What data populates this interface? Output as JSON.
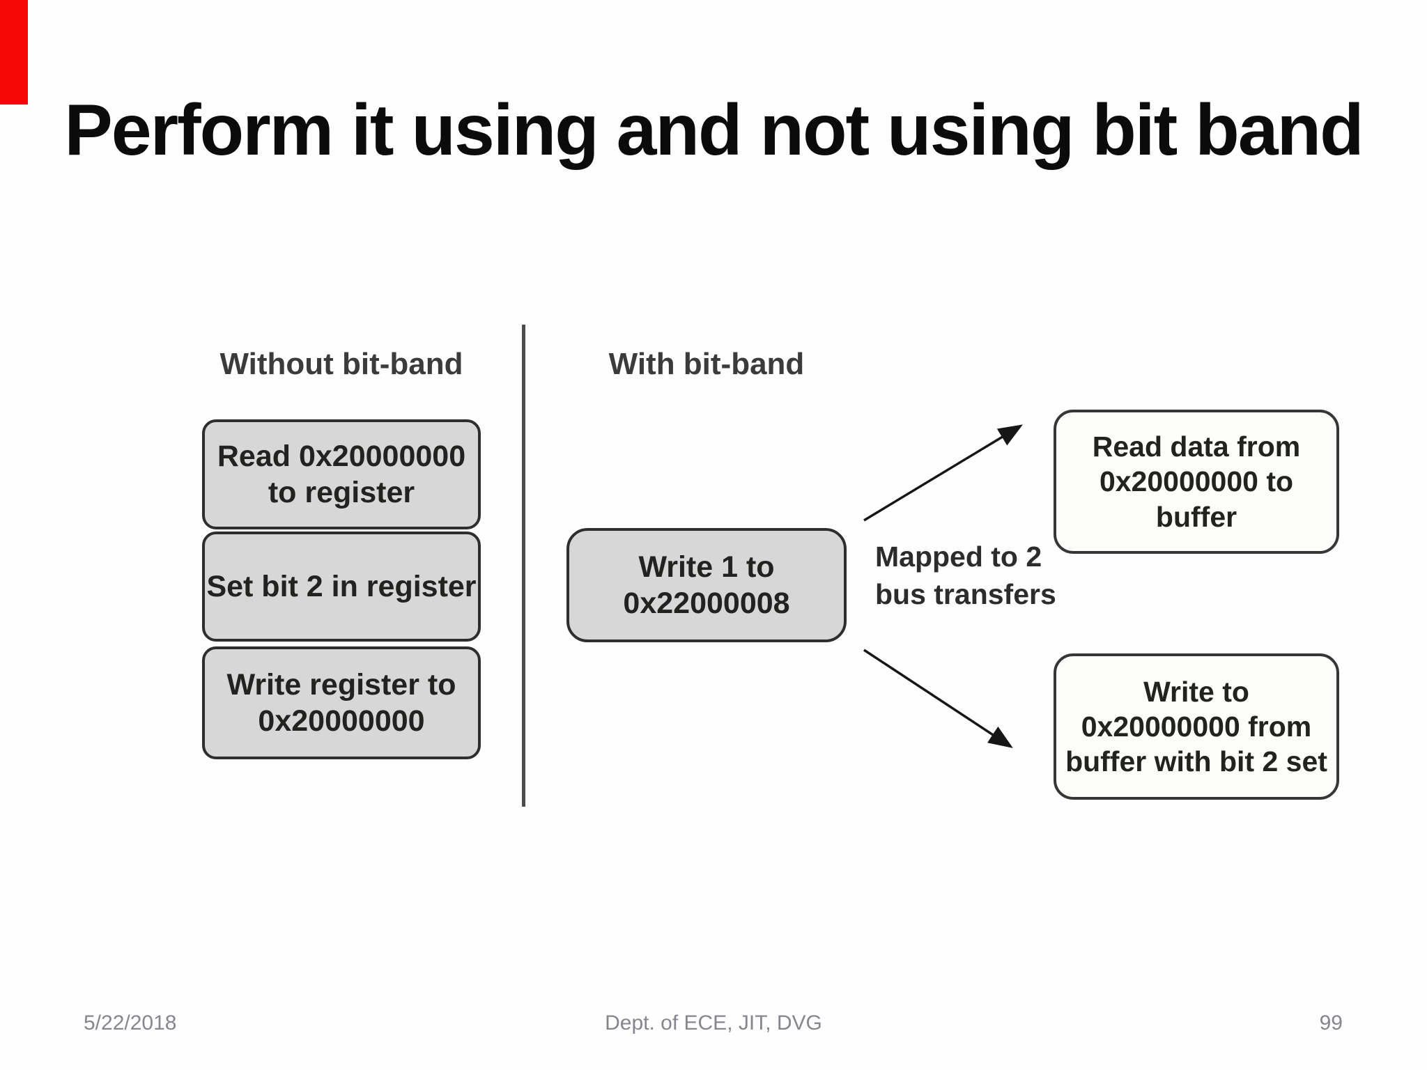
{
  "slide": {
    "title": "Perform it using and not using bit band",
    "footer": {
      "date": "5/22/2018",
      "center": "Dept. of ECE, JIT, DVG",
      "page_number": "99"
    }
  },
  "diagram": {
    "left_label": "Without bit-band",
    "right_label": "With bit-band",
    "left_boxes": [
      {
        "lines": [
          "Read 0x20000000",
          "to register"
        ]
      },
      {
        "lines": [
          "Set bit 2 in register"
        ]
      },
      {
        "lines": [
          "Write register to",
          "0x20000000"
        ]
      }
    ],
    "center_box": {
      "lines": [
        "Write 1 to",
        "0x22000008"
      ]
    },
    "mapping_note": {
      "lines": [
        "Mapped to 2",
        "bus transfers"
      ]
    },
    "right_boxes": [
      {
        "lines": [
          "Read data from",
          "0x20000000 to",
          "buffer"
        ]
      },
      {
        "lines": [
          "Write to",
          "0x20000000 from",
          "buffer with bit 2 set"
        ]
      }
    ],
    "colors": {
      "gray_box_fill": "#d6d7d6",
      "white_box_fill": "#fcfcfb",
      "box_border": "#2e2e2e",
      "divider": "#4b4b4b",
      "arrow": "#161616",
      "title_text": "#0b0b0b",
      "footer_text": "#87868e",
      "corner_marker": "#f60708"
    }
  }
}
